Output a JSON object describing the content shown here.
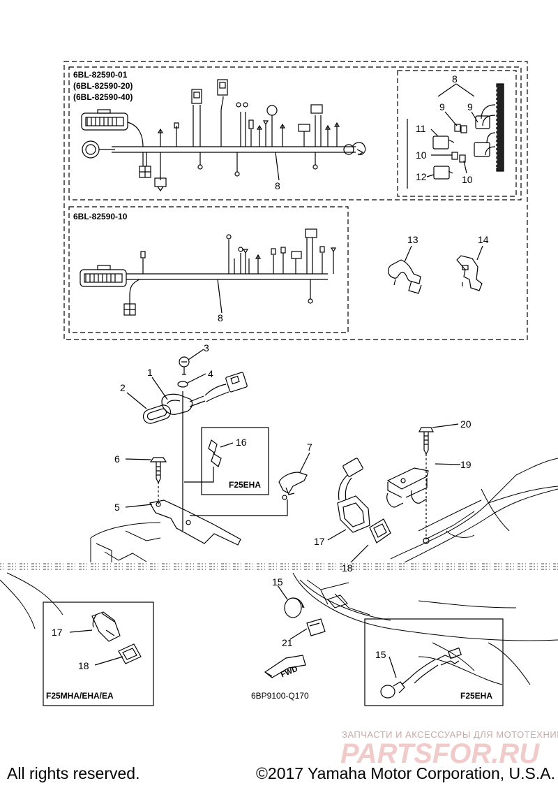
{
  "harness": {
    "part_codes": [
      "6BL-82590-01",
      "(6BL-82590-20)",
      "(6BL-82590-40)"
    ],
    "part_code_alt": "6BL-82590-10"
  },
  "callouts": {
    "n1": "1",
    "n2": "2",
    "n3": "3",
    "n4": "4",
    "n5": "5",
    "n6": "6",
    "n7": "7",
    "n8": "8",
    "n9": "9",
    "n10": "10",
    "n11": "11",
    "n12": "12",
    "n13": "13",
    "n14": "14",
    "n15": "15",
    "n16": "16",
    "n17": "17",
    "n18": "18",
    "n19": "19",
    "n20": "20",
    "n21": "21"
  },
  "model_tags": {
    "f25eha": "F25EHA",
    "f25mha_eha_ea": "F25MHA/EHA/EA"
  },
  "direction_label": "FWD",
  "drawing_id": "6BP9100-Q170",
  "watermark": {
    "line1": "ЗАПЧАСТИ И АКСЕССУАРЫ ДЛЯ МОТОТЕХНИКИ",
    "line2": "PARTSFOR.RU"
  },
  "footer": {
    "left": "All rights reserved.",
    "right": "©2017 Yamaha Motor Corporation, U.S.A."
  }
}
